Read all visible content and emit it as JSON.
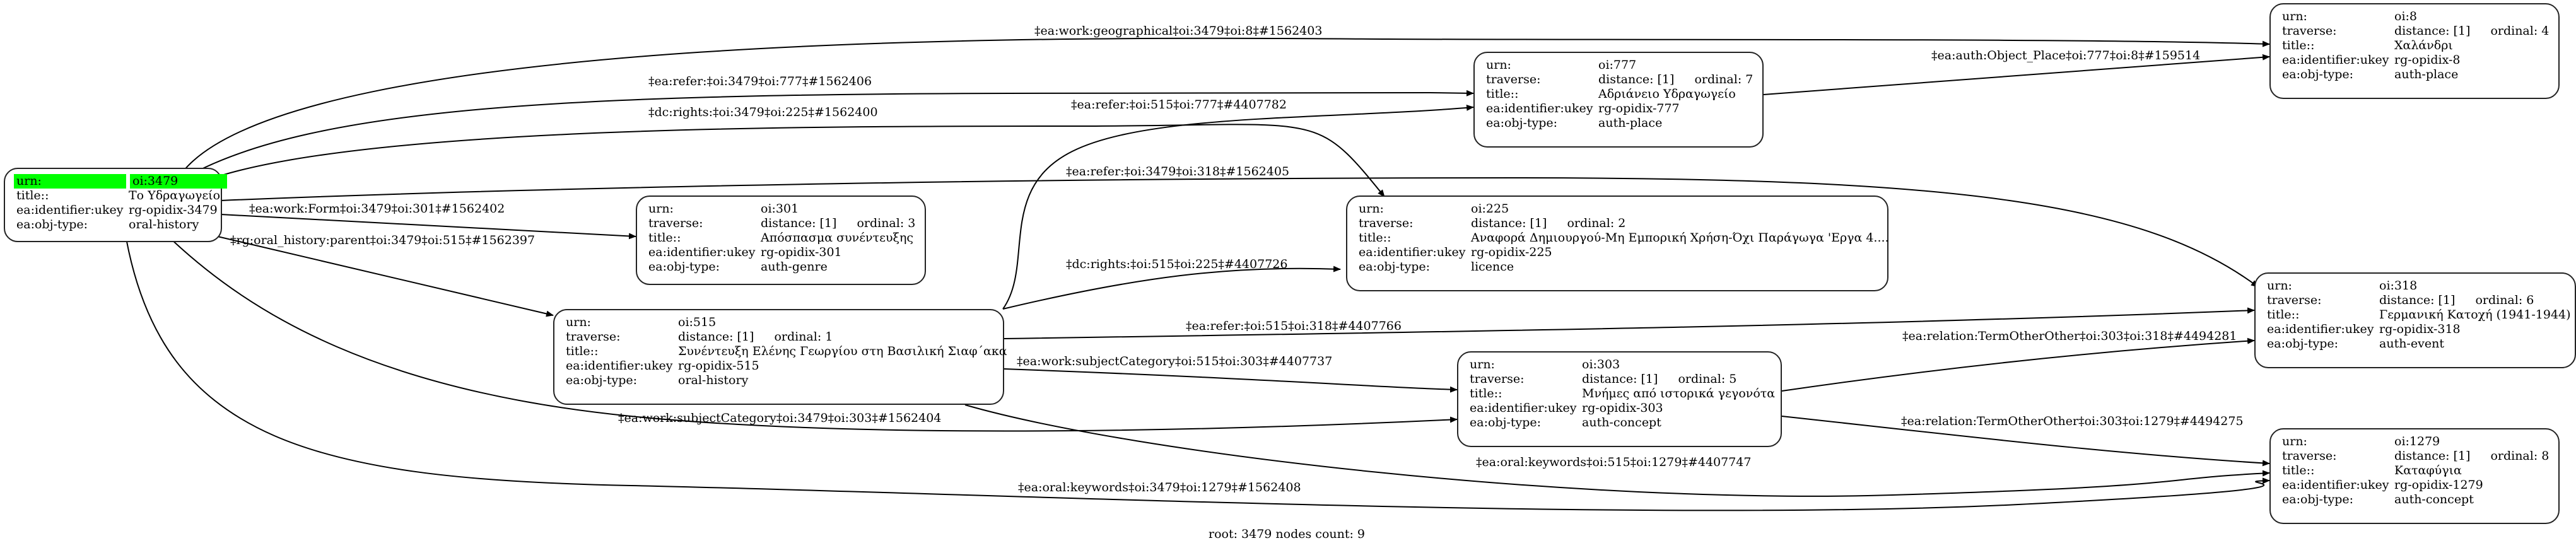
{
  "footer": "root: 3479 nodes count: 9",
  "highlight_color": "#00ff00",
  "labels": {
    "urn": "urn:",
    "traverse": "traverse:",
    "title": "title::",
    "ukey": "ea:identifier:ukey",
    "objtype": "ea:obj-type:"
  },
  "nodes": {
    "n3479": {
      "urn": "oi:3479",
      "title": "Το Υδραγωγείο",
      "ukey": "rg-opidix-3479",
      "objtype": "oral-history",
      "root": true
    },
    "n301": {
      "urn": "oi:301",
      "distance": "distance: [1]",
      "ordinal": "ordinal: 3",
      "title": "Απόσπασμα συνέντευξης",
      "ukey": "rg-opidix-301",
      "objtype": "auth-genre"
    },
    "n515": {
      "urn": "oi:515",
      "distance": "distance: [1]",
      "ordinal": "ordinal: 1",
      "title": "Συνέντευξη Ελένης Γεωργίου στη Βασιλική Σιαφ΄ακα",
      "ukey": "rg-opidix-515",
      "objtype": "oral-history"
    },
    "n777": {
      "urn": "oi:777",
      "distance": "distance: [1]",
      "ordinal": "ordinal: 7",
      "title": "Αδριάνειο Υδραγωγείο",
      "ukey": "rg-opidix-777",
      "objtype": "auth-place"
    },
    "n225": {
      "urn": "oi:225",
      "distance": "distance: [1]",
      "ordinal": "ordinal: 2",
      "title": "Αναφορά Δημιουργού-Μη Εμπορική Χρήση-Όχι Παράγωγα 'Εργα 4....",
      "ukey": "rg-opidix-225",
      "objtype": "licence"
    },
    "n303": {
      "urn": "oi:303",
      "distance": "distance: [1]",
      "ordinal": "ordinal: 5",
      "title": "Μνήμες από ιστορικά γεγονότα",
      "ukey": "rg-opidix-303",
      "objtype": "auth-concept"
    },
    "n8": {
      "urn": "oi:8",
      "distance": "distance: [1]",
      "ordinal": "ordinal: 4",
      "title": "Χαλάνδρι",
      "ukey": "rg-opidix-8",
      "objtype": "auth-place"
    },
    "n318": {
      "urn": "oi:318",
      "distance": "distance: [1]",
      "ordinal": "ordinal: 6",
      "title": "Γερμανική Κατοχή (1941-1944)",
      "ukey": "rg-opidix-318",
      "objtype": "auth-event"
    },
    "n1279": {
      "urn": "oi:1279",
      "distance": "distance: [1]",
      "ordinal": "ordinal: 8",
      "title": "Καταφύγια",
      "ukey": "rg-opidix-1279",
      "objtype": "auth-concept"
    }
  },
  "edges": [
    {
      "from": "oi:3479",
      "to": "oi:8",
      "label": "‡ea:work:geographical‡oi:3479‡oi:8‡#1562403"
    },
    {
      "from": "oi:3479",
      "to": "oi:777",
      "label": "‡ea:refer:‡oi:3479‡oi:777‡#1562406"
    },
    {
      "from": "oi:3479",
      "to": "oi:225",
      "label": "‡dc:rights:‡oi:3479‡oi:225‡#1562400"
    },
    {
      "from": "oi:515",
      "to": "oi:777",
      "label": "‡ea:refer:‡oi:515‡oi:777‡#4407782"
    },
    {
      "from": "oi:777",
      "to": "oi:8",
      "label": "‡ea:auth:Object_Place‡oi:777‡oi:8‡#159514"
    },
    {
      "from": "oi:3479",
      "to": "oi:318",
      "label": "‡ea:refer:‡oi:3479‡oi:318‡#1562405"
    },
    {
      "from": "oi:3479",
      "to": "oi:301",
      "label": "‡ea:work:Form‡oi:3479‡oi:301‡#1562402"
    },
    {
      "from": "oi:3479",
      "to": "oi:515",
      "label": "‡rg:oral_history:parent‡oi:3479‡oi:515‡#1562397"
    },
    {
      "from": "oi:515",
      "to": "oi:225",
      "label": "‡dc:rights:‡oi:515‡oi:225‡#4407726"
    },
    {
      "from": "oi:515",
      "to": "oi:318",
      "label": "‡ea:refer:‡oi:515‡oi:318‡#4407766"
    },
    {
      "from": "oi:303",
      "to": "oi:318",
      "label": "‡ea:relation:TermOtherOther‡oi:303‡oi:318‡#4494281"
    },
    {
      "from": "oi:515",
      "to": "oi:303",
      "label": "‡ea:work:subjectCategory‡oi:515‡oi:303‡#4407737"
    },
    {
      "from": "oi:3479",
      "to": "oi:303",
      "label": "‡ea:work:subjectCategory‡oi:3479‡oi:303‡#1562404"
    },
    {
      "from": "oi:303",
      "to": "oi:1279",
      "label": "‡ea:relation:TermOtherOther‡oi:303‡oi:1279‡#4494275"
    },
    {
      "from": "oi:515",
      "to": "oi:1279",
      "label": "‡ea:oral:keywords‡oi:515‡oi:1279‡#4407747"
    },
    {
      "from": "oi:3479",
      "to": "oi:1279",
      "label": "‡ea:oral:keywords‡oi:3479‡oi:1279‡#1562408"
    }
  ]
}
